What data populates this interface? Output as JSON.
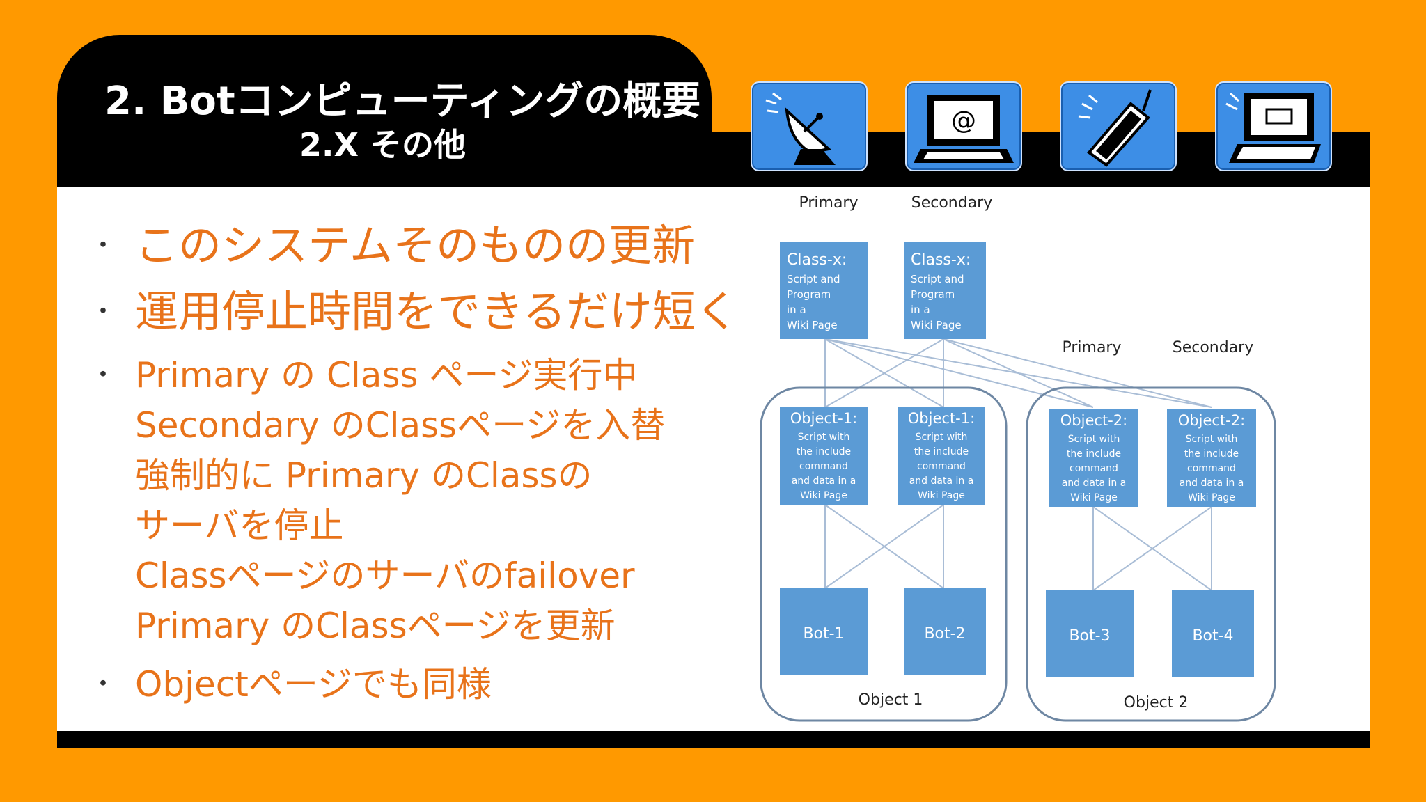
{
  "header": {
    "title": "2. Botコンピューティングの概要",
    "subtitle": "2.X その他"
  },
  "icons": [
    "satellite-dish-icon",
    "email-computer-icon",
    "mobile-phone-icon",
    "laptop-icon"
  ],
  "bullets": [
    {
      "dot": "・",
      "lines": [
        "このシステムそのものの更新"
      ]
    },
    {
      "dot": "・",
      "lines": [
        "運用停止時間をできるだけ短く"
      ]
    },
    {
      "dot": "・",
      "lines": [
        "Primary の Class ページ実行中",
        "Secondary のClassページを入替",
        "強制的に Primary のClassの",
        "サーバを停止",
        "Classページのサーバのfailover",
        "Primary のClassページを更新"
      ]
    },
    {
      "dot": "・",
      "lines": [
        "Objectページでも同様"
      ]
    }
  ],
  "diagram": {
    "left_labels": {
      "primary": "Primary",
      "secondary": "Secondary"
    },
    "right_labels": {
      "primary": "Primary",
      "secondary": "Secondary"
    },
    "class_boxes": [
      {
        "title": "Class-x:",
        "lines": [
          "Script and",
          "Program",
          "in a",
          "Wiki Page"
        ]
      },
      {
        "title": "Class-x:",
        "lines": [
          "Script and",
          "Program",
          "in a",
          "Wiki Page"
        ]
      }
    ],
    "object_boxes": [
      {
        "title": "Object-1:",
        "lines": [
          "Script with",
          "the include",
          "command",
          "and data in a",
          "Wiki Page"
        ]
      },
      {
        "title": "Object-1:",
        "lines": [
          "Script with",
          "the include",
          "command",
          "and data in a",
          "Wiki Page"
        ]
      },
      {
        "title": "Object-2:",
        "lines": [
          "Script with",
          "the include",
          "command",
          "and data in a",
          "Wiki Page"
        ]
      },
      {
        "title": "Object-2:",
        "lines": [
          "Script with",
          "the include",
          "command",
          "and data in a",
          "Wiki Page"
        ]
      }
    ],
    "bots": [
      "Bot-1",
      "Bot-2",
      "Bot-3",
      "Bot-4"
    ],
    "groups": [
      "Object 1",
      "Object 2"
    ],
    "colors": {
      "box": "#5B9BD5",
      "line": "#A9BDD6",
      "group_border": "#6E87A3"
    }
  }
}
